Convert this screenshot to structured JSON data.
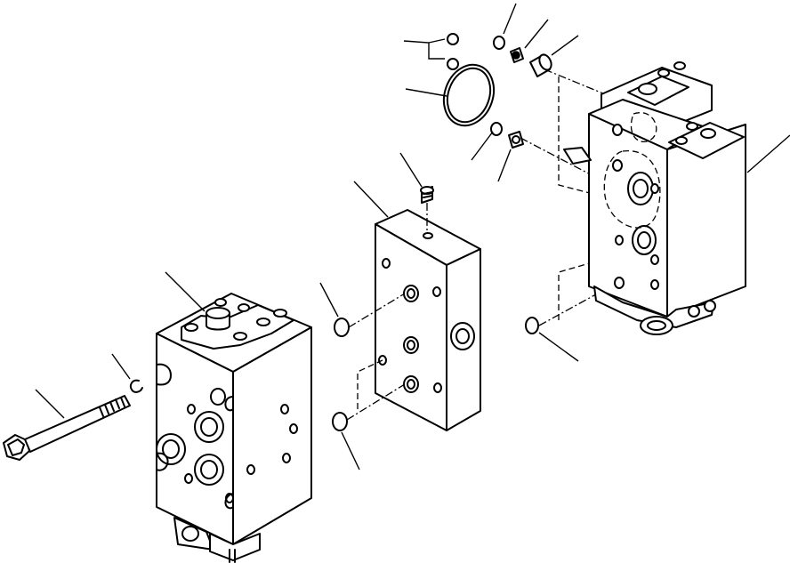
{
  "drawing": {
    "style": "black line art on white",
    "callouts_labeled": false,
    "parts": [
      "bolt",
      "snap-ring",
      "end-valve-block",
      "spacer-plate",
      "spacer-fitting",
      "o-ring",
      "main-valve-assembly",
      "o-ring-large",
      "plug",
      "sleeve"
    ]
  }
}
